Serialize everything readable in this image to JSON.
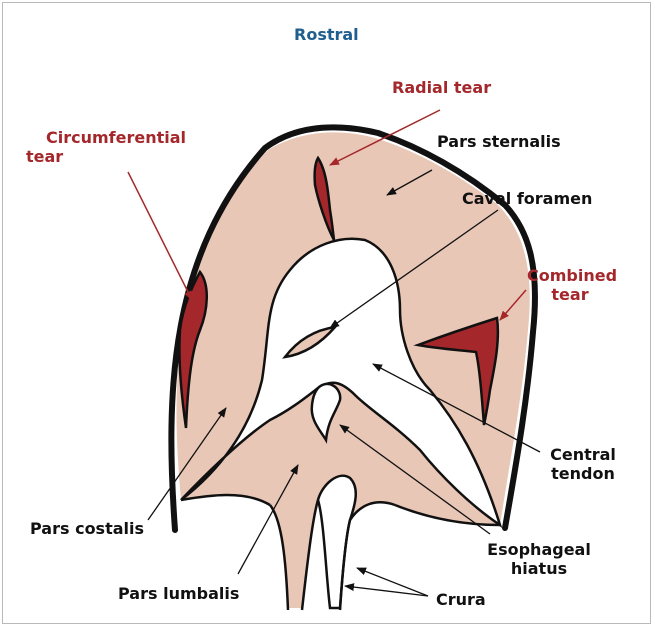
{
  "title": "Rostral",
  "labels": {
    "radial_tear": "Radial tear",
    "circumferential_tear_1": "Circumferential",
    "circumferential_tear_2": "tear",
    "pars_sternalis": "Pars sternalis",
    "caval_foramen": "Caval foramen",
    "combined_tear_1": "Combined",
    "combined_tear_2": "tear",
    "central_tendon_1": "Central",
    "central_tendon_2": "tendon",
    "pars_costalis": "Pars costalis",
    "esophageal_hiatus_1": "Esophageal",
    "esophageal_hiatus_2": "hiatus",
    "pars_lumbalis": "Pars lumbalis",
    "crura": "Crura"
  },
  "colors": {
    "muscle": "#e9c7b7",
    "outline": "#111111",
    "tear": "#a4282b",
    "title": "#1f5f8f",
    "tear_label": "#a4282b"
  }
}
